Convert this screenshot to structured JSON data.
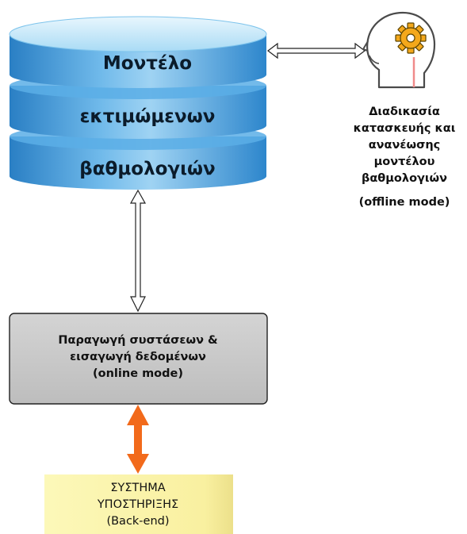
{
  "database": {
    "lines": [
      "Μοντέλο",
      "εκτιμώμενων",
      "βαθμολογιών"
    ]
  },
  "offline_process": {
    "icon": "head-gear-icon",
    "lines": [
      "Διαδικασία",
      "κατασκευής και",
      "ανανέωσης",
      "μοντέλου",
      "βαθμολογιών",
      "(offline mode)"
    ]
  },
  "online_box": {
    "lines": [
      "Παραγωγή συστάσεων &",
      "εισαγωγή δεδομένων",
      "(online mode)"
    ]
  },
  "backend": {
    "lines": [
      "ΣΥΣΤΗΜΑ",
      "ΥΠΟΣΤΗΡΙΞΗΣ",
      "(Back-end)"
    ]
  },
  "colors": {
    "db_light": "#bfe3f7",
    "db_dark": "#1f6fb5",
    "online_box": "#c9c9c9",
    "backend_box": "#fbf5a2",
    "orange_arrow": "#f26a1b"
  }
}
